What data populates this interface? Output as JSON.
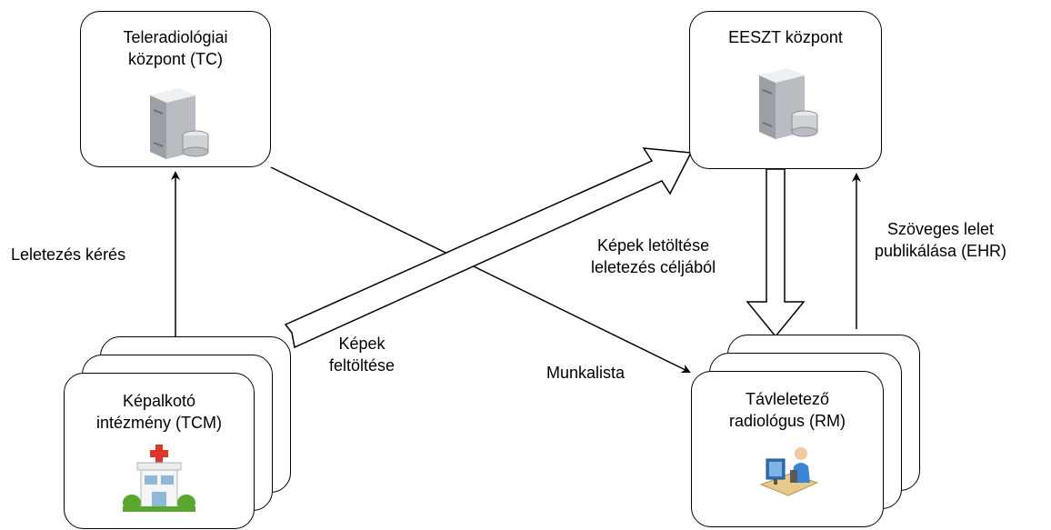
{
  "nodes": {
    "tc": {
      "label": "Teleradiológiai\nközpont (TC)",
      "icon": "server-database-icon"
    },
    "eeszt": {
      "label": "EESZT központ",
      "icon": "server-database-icon"
    },
    "tcm": {
      "label": "Képalkotó\nintézmény (TCM)",
      "icon": "hospital-icon"
    },
    "rm": {
      "label": "Távleletező\nradiológus (RM)",
      "icon": "radiologist-workstation-icon"
    }
  },
  "edges": {
    "leletezes_keres": "Leletezés kérés",
    "kepek_feltoltese": "Képek\nfeltöltése",
    "munkalista": "Munkalista",
    "kepek_letoltese": "Képek letöltése\nleletezés céljából",
    "szoveges_lelet": "Szöveges lelet\npublikálása (EHR)"
  },
  "colors": {
    "stroke": "#000000",
    "server_light": "#cfd2d6",
    "server_dark": "#8a9096",
    "hospital_green": "#5aa62f",
    "hospital_red": "#e0332b"
  }
}
